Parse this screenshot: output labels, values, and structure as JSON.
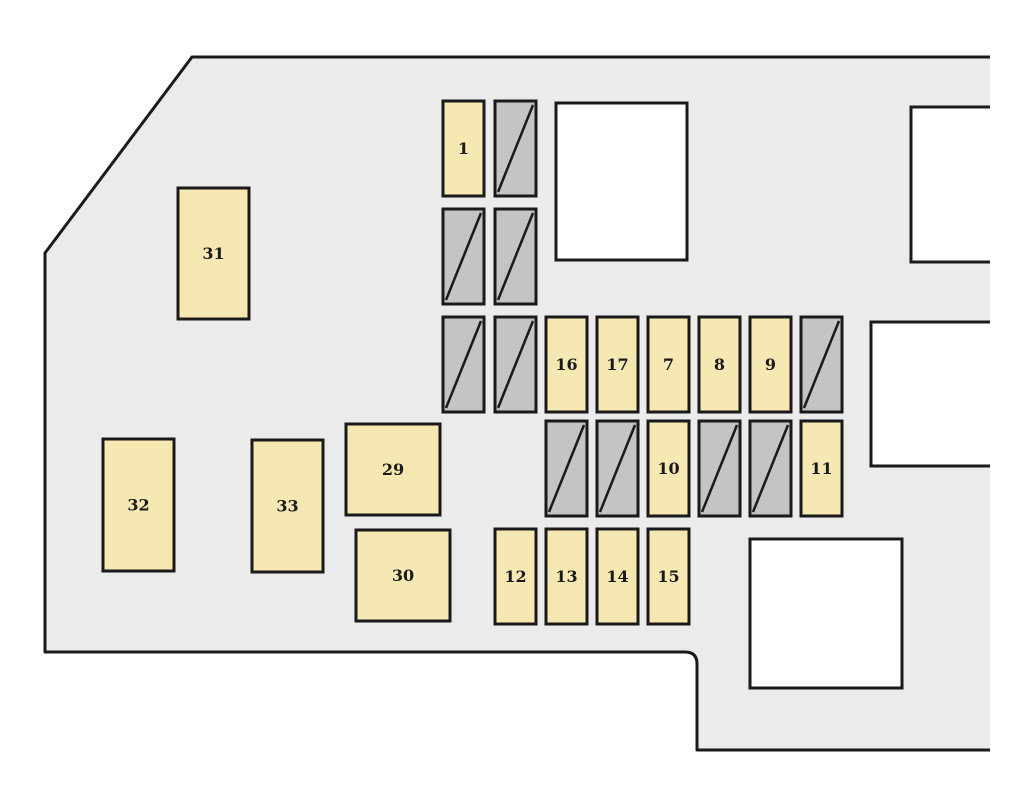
{
  "colors": {
    "board": "#ebebeb",
    "outline": "#1a1a1a",
    "fuse": "#f5e8b3",
    "empty": "#c4c4c4",
    "cutout": "#ffffff"
  },
  "fuses": [
    {
      "id": "f1",
      "label": "1",
      "type": "fuse"
    },
    {
      "id": "e1",
      "label": "",
      "type": "empty"
    },
    {
      "id": "e2",
      "label": "",
      "type": "empty"
    },
    {
      "id": "e3",
      "label": "",
      "type": "empty"
    },
    {
      "id": "e4",
      "label": "",
      "type": "empty"
    },
    {
      "id": "e5",
      "label": "",
      "type": "empty"
    },
    {
      "id": "f16",
      "label": "16",
      "type": "fuse"
    },
    {
      "id": "f17",
      "label": "17",
      "type": "fuse"
    },
    {
      "id": "f7",
      "label": "7",
      "type": "fuse"
    },
    {
      "id": "f8",
      "label": "8",
      "type": "fuse"
    },
    {
      "id": "f9",
      "label": "9",
      "type": "fuse"
    },
    {
      "id": "e6",
      "label": "",
      "type": "empty"
    },
    {
      "id": "e7",
      "label": "",
      "type": "empty"
    },
    {
      "id": "e8",
      "label": "",
      "type": "empty"
    },
    {
      "id": "f10",
      "label": "10",
      "type": "fuse"
    },
    {
      "id": "e9",
      "label": "",
      "type": "empty"
    },
    {
      "id": "e10",
      "label": "",
      "type": "empty"
    },
    {
      "id": "f11",
      "label": "11",
      "type": "fuse"
    },
    {
      "id": "f12",
      "label": "12",
      "type": "fuse"
    },
    {
      "id": "f13",
      "label": "13",
      "type": "fuse"
    },
    {
      "id": "f14",
      "label": "14",
      "type": "fuse"
    },
    {
      "id": "f15",
      "label": "15",
      "type": "fuse"
    },
    {
      "id": "f29",
      "label": "29",
      "type": "fuse"
    },
    {
      "id": "f30",
      "label": "30",
      "type": "fuse"
    },
    {
      "id": "f31",
      "label": "31",
      "type": "fuse"
    },
    {
      "id": "f32",
      "label": "32",
      "type": "fuse"
    },
    {
      "id": "f33",
      "label": "33",
      "type": "fuse"
    }
  ]
}
